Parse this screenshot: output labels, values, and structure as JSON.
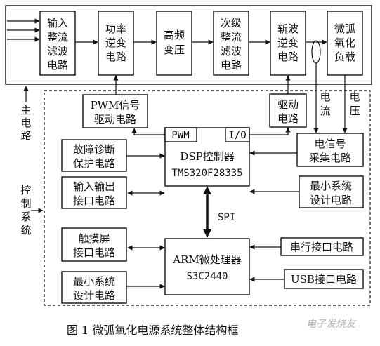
{
  "power_chain": {
    "input_rectifier": [
      "输入",
      "整流",
      "滤波",
      "电路"
    ],
    "power_inverter": [
      "功率",
      "逆变",
      "电路"
    ],
    "hf_transformer": [
      "高频",
      "变压"
    ],
    "secondary_rectifier": [
      "次级",
      "整流",
      "滤波",
      "电路"
    ],
    "chopper_inverter": [
      "斩波",
      "逆变",
      "电路"
    ],
    "load": [
      "微弧",
      "氧化",
      "负载"
    ]
  },
  "labels": {
    "main_circuit": [
      "主",
      "电",
      "路"
    ],
    "control_system": [
      "控",
      "制",
      "系",
      "统"
    ],
    "current": [
      "电",
      "流"
    ],
    "voltage": [
      "电",
      "压"
    ],
    "spi": "SPI"
  },
  "control": {
    "pwm_driver": [
      "PWM信号",
      "驱动电路"
    ],
    "driver": [
      "驱动",
      "电路"
    ],
    "fault_protect": [
      "故障诊断",
      "保护电路"
    ],
    "io_interface": [
      "输入输出",
      "接口电路"
    ],
    "touch_interface": [
      "触摸屏",
      "接口电路"
    ],
    "min_system_left": [
      "最小系统",
      "设计电路"
    ],
    "signal_acq": [
      "电信号",
      "采集电路"
    ],
    "min_system_right": [
      "最小系统",
      "设计电路"
    ],
    "serial_interface": "串行接口电路",
    "usb_interface": "USB接口电路",
    "dsp": [
      "DSP控制器",
      "TMS320F28335"
    ],
    "dsp_pwm_port": "PWM",
    "dsp_io_port": "I/O",
    "arm": [
      "ARM微处理器",
      "S3C2440"
    ]
  },
  "caption": "图 1 微弧氧化电源系统整体结构框",
  "watermark": "电子发烧友"
}
